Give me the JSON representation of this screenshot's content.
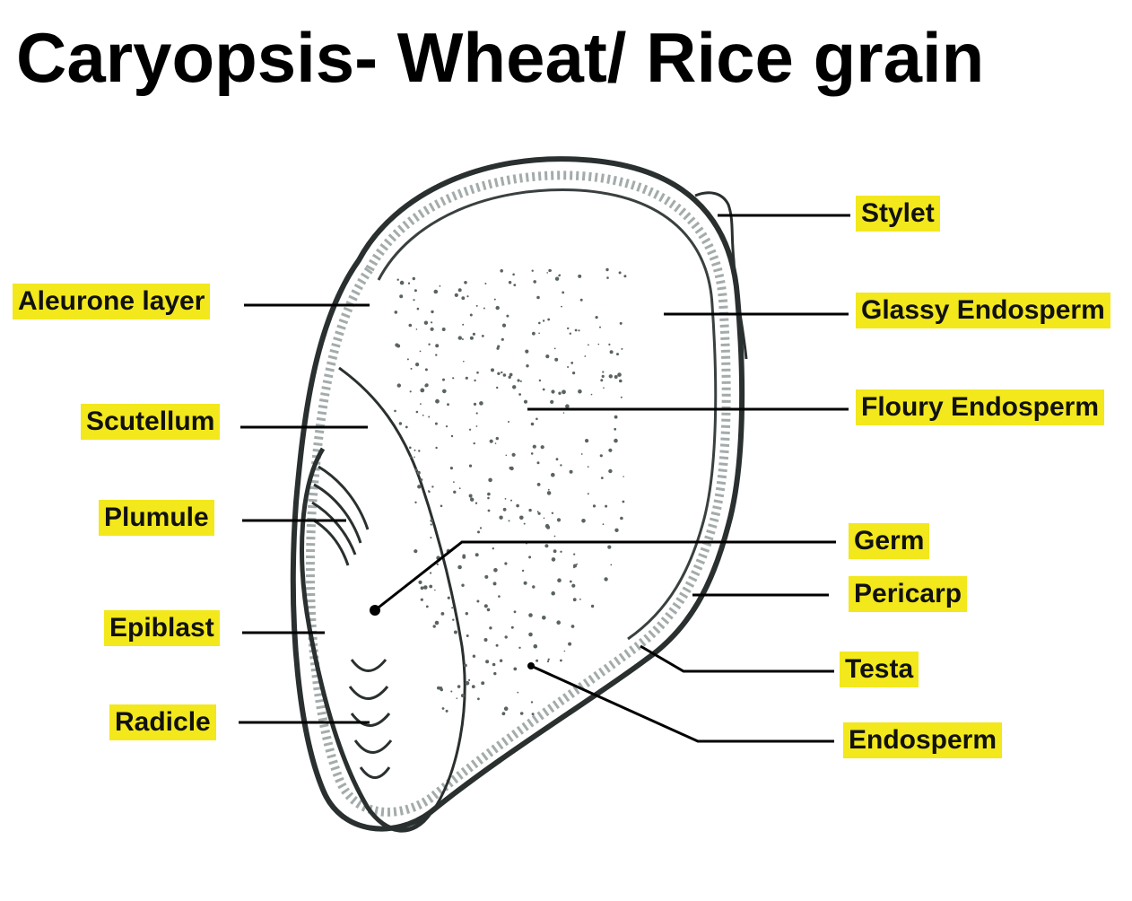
{
  "title": "Caryopsis- Wheat/ Rice grain",
  "labels": {
    "stylet": "Stylet",
    "aleurone_layer": "Aleurone layer",
    "glassy_endosperm": "Glassy Endosperm",
    "floury_endosperm": "Floury Endosperm",
    "scutellum": "Scutellum",
    "plumule": "Plumule",
    "germ": "Germ",
    "pericarp": "Pericarp",
    "epiblast": "Epiblast",
    "testa": "Testa",
    "radicle": "Radicle",
    "endosperm": "Endosperm"
  },
  "colors": {
    "label_highlight": "#f2e81c",
    "text": "#000000",
    "outline": "#2a2f2f",
    "stipple": "#5a6262"
  }
}
